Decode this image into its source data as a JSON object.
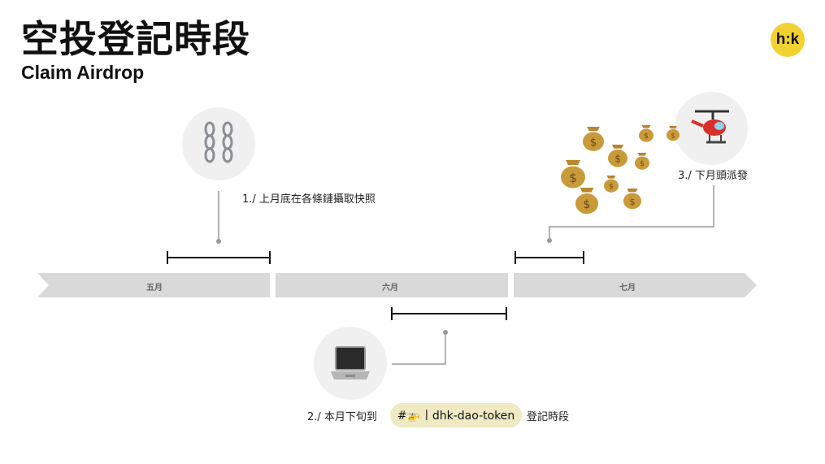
{
  "header": {
    "title": "空投登記時段",
    "subtitle": "Claim Airdrop",
    "logo_text": "h:k"
  },
  "timeline": {
    "months": [
      "五月",
      "六月",
      "七月"
    ],
    "arrow_color": "#d9d9d9"
  },
  "steps": [
    {
      "label": "1./ 上月底在各條鏈攝取快照",
      "icon": "chain-links-icon"
    },
    {
      "label": "2./ 本月下旬到",
      "suffix": "登記時段",
      "channel": "#🚁丨dhk-dao-token",
      "icon": "laptop-icon"
    },
    {
      "label": "3./ 下月頭派發",
      "icon": "helicopter-icon",
      "extra_icon": "money-bag-icon"
    }
  ],
  "colors": {
    "logo": "#f2d230",
    "channel_pill": "#efe9c4",
    "circle_bg": "#f0f0f0"
  }
}
